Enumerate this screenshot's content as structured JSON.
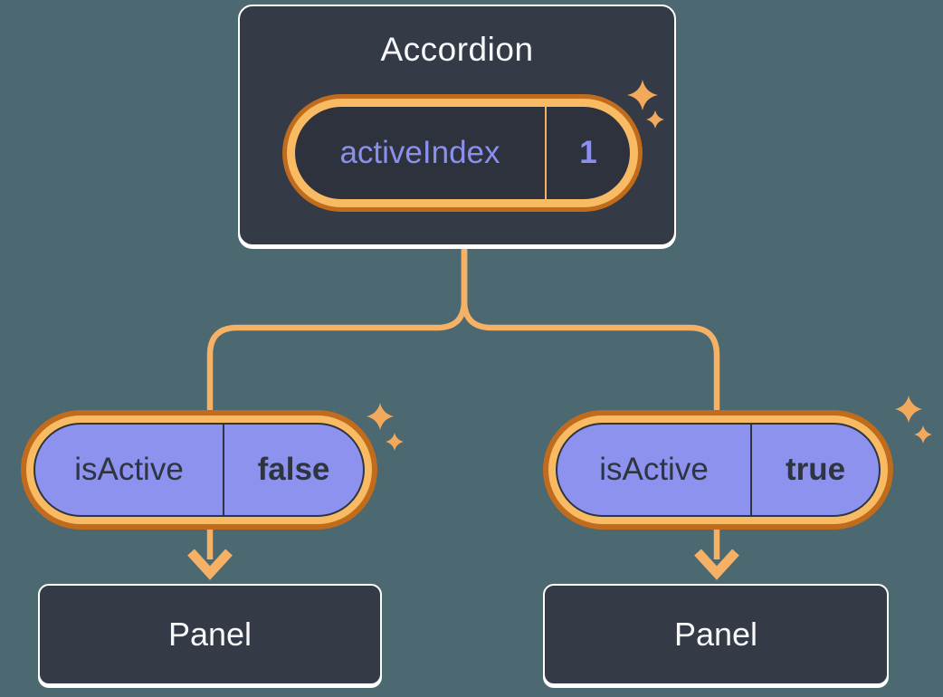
{
  "colors": {
    "background": "#4C6870",
    "node_fill": "#343A46",
    "node_border": "#FFFFFF",
    "text_light": "#F7F8FA",
    "purple": "#8C92EE",
    "purple_text": "#8A90EE",
    "dark_text": "#2F3540",
    "orange_line": "#F5B266",
    "orange_ring_outer": "#C06C1C",
    "orange_ring_inner": "#F8BB63",
    "sparkle": "#F3A95C",
    "pill_core": "#2D323C"
  },
  "accordion": {
    "title": "Accordion",
    "state_pill": {
      "name": "activeIndex",
      "value": "1"
    }
  },
  "children": [
    {
      "prop_pill": {
        "name": "isActive",
        "value": "false"
      },
      "panel_label": "Panel"
    },
    {
      "prop_pill": {
        "name": "isActive",
        "value": "true"
      },
      "panel_label": "Panel"
    }
  ]
}
